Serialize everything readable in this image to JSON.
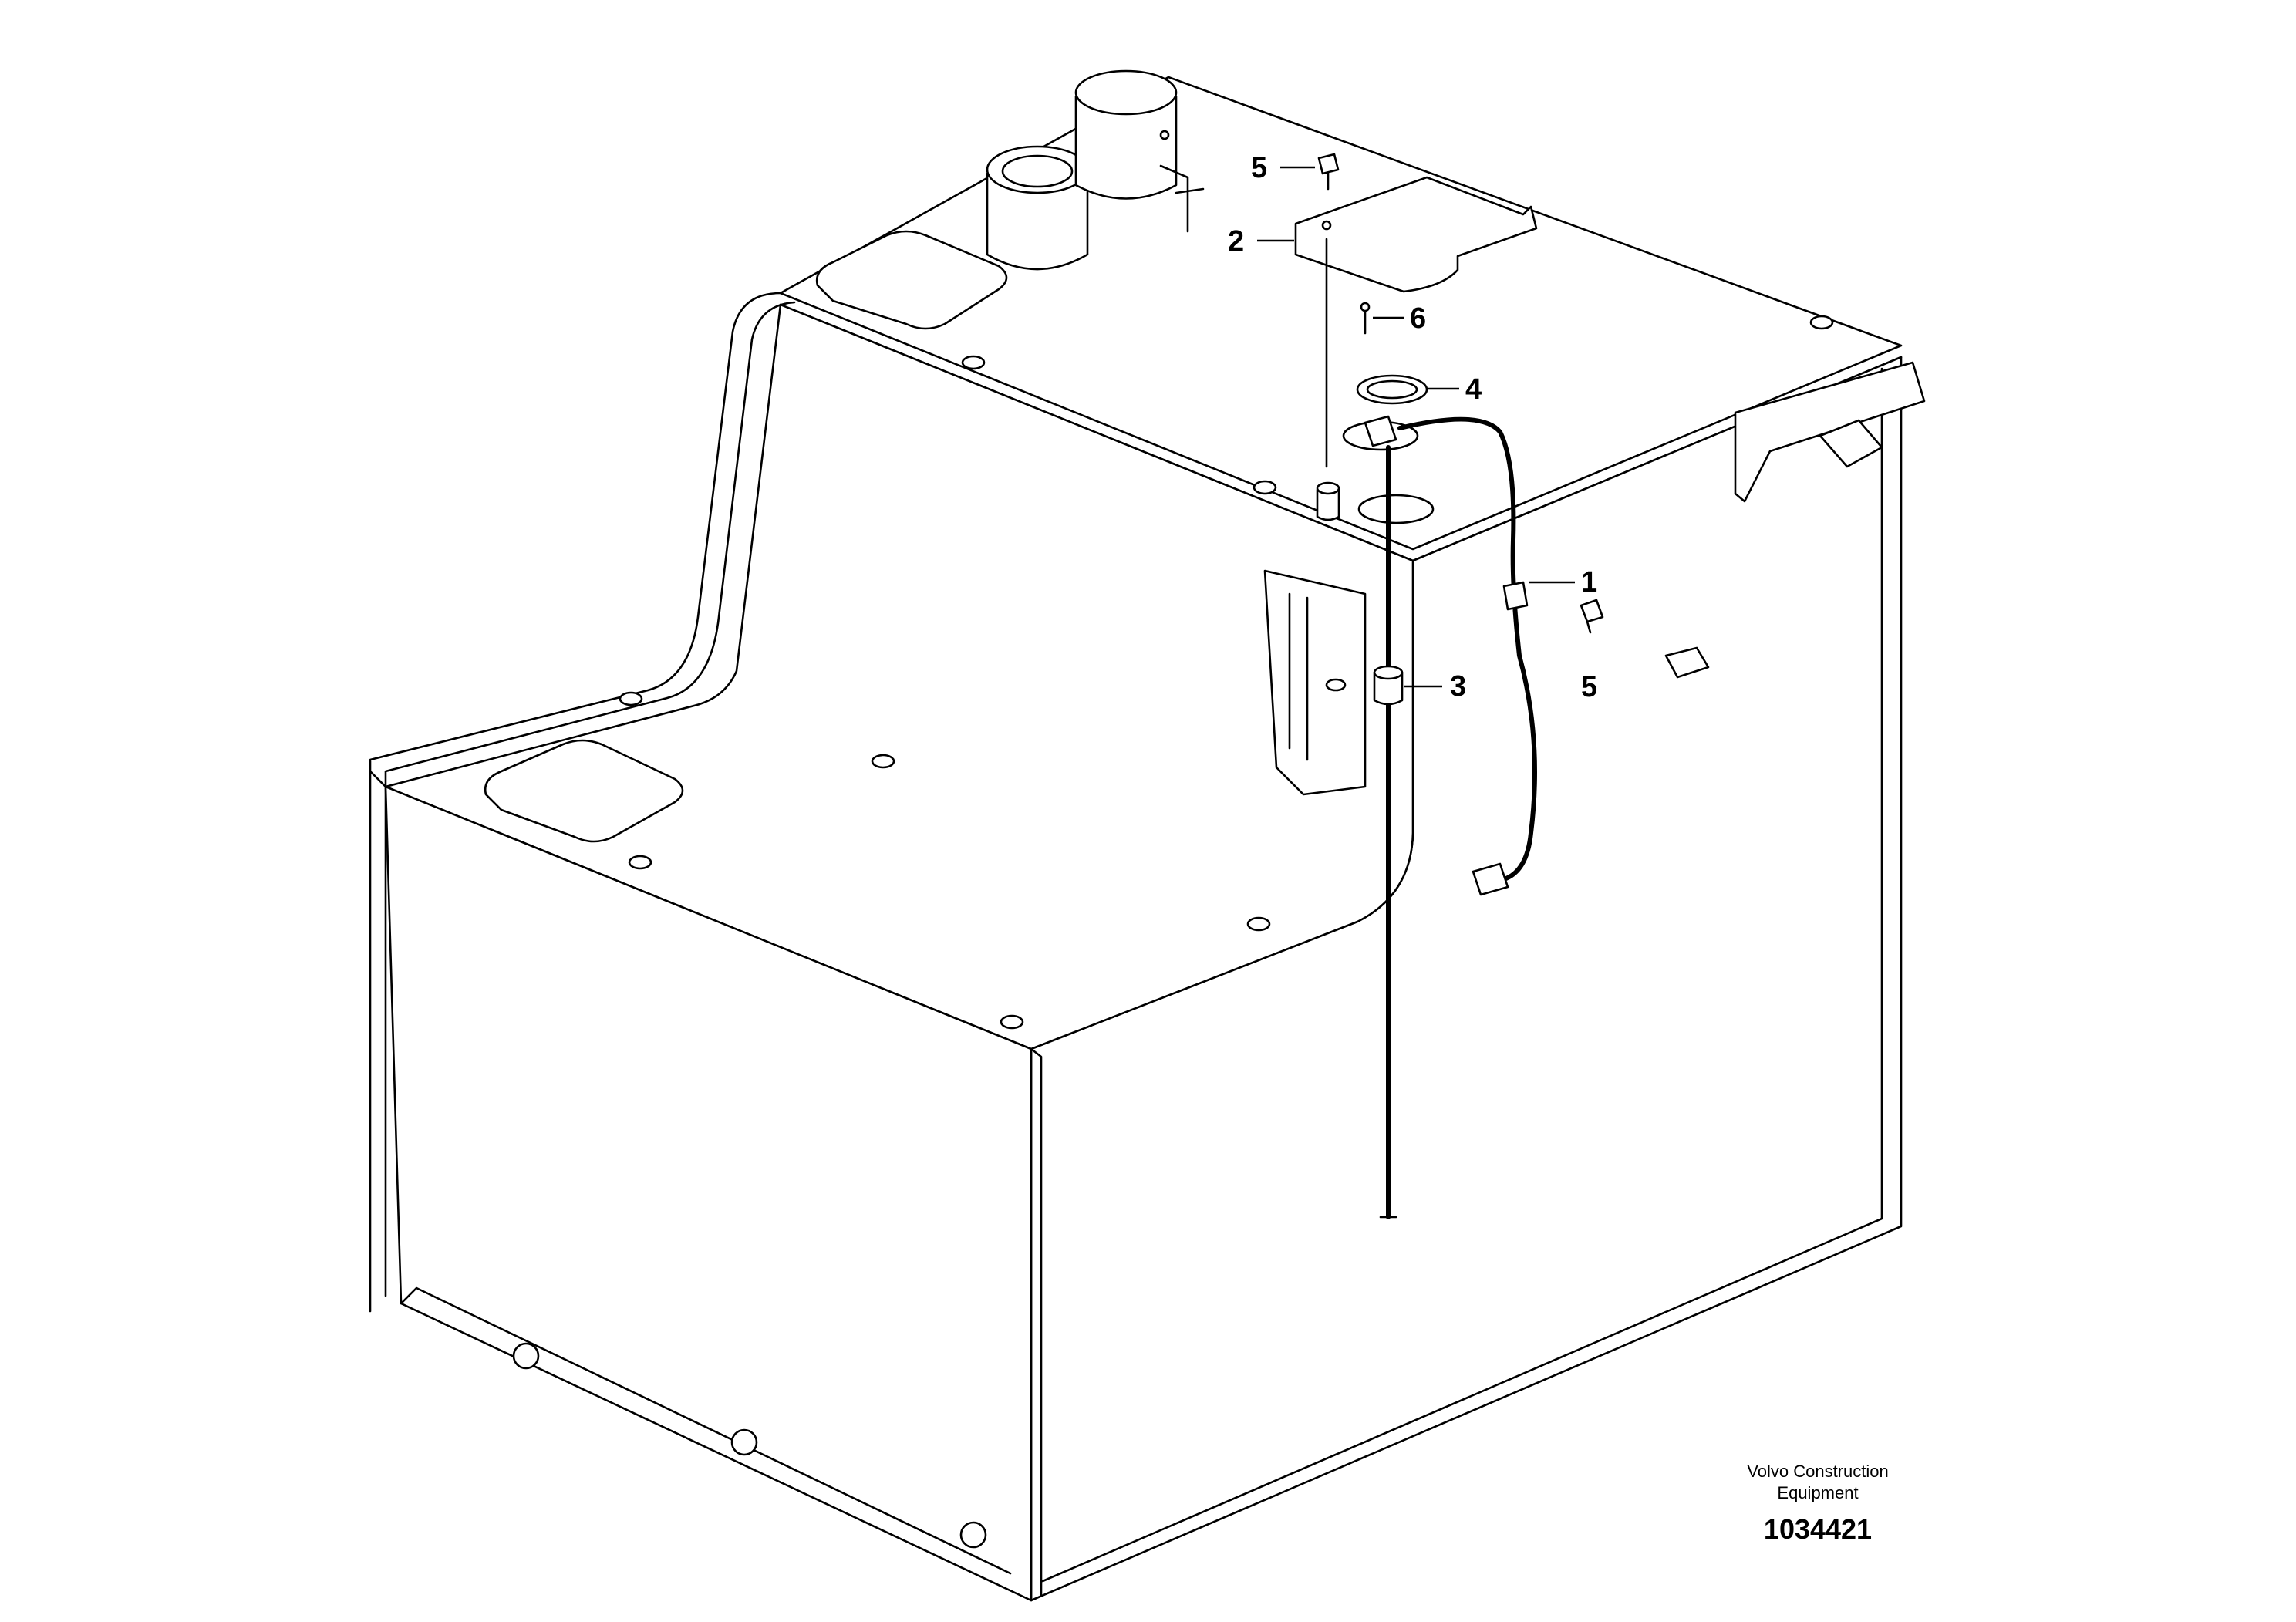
{
  "callouts": [
    {
      "id": "callout-1",
      "label": "1"
    },
    {
      "id": "callout-2",
      "label": "2"
    },
    {
      "id": "callout-3",
      "label": "3"
    },
    {
      "id": "callout-4",
      "label": "4"
    },
    {
      "id": "callout-5-top",
      "label": "5"
    },
    {
      "id": "callout-5-bottom",
      "label": "5"
    },
    {
      "id": "callout-6",
      "label": "6"
    }
  ],
  "footer": {
    "company_line1": "Volvo Construction",
    "company_line2": "Equipment",
    "drawing_number": "1034421"
  }
}
